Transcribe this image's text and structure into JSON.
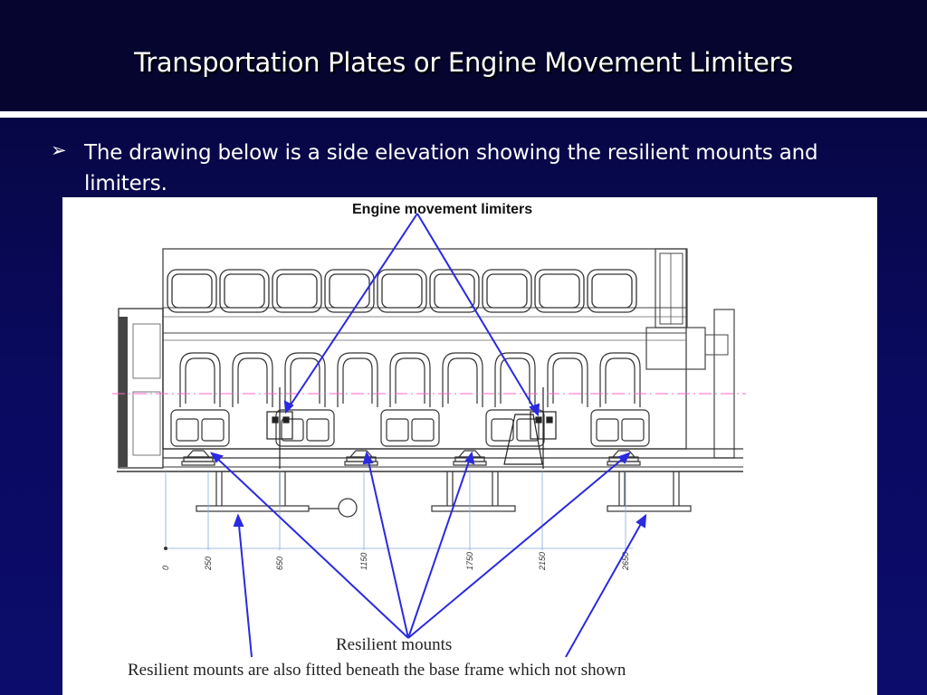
{
  "slide": {
    "title": "Transportation Plates or Engine Movement Limiters",
    "bullet_icon": "arrowhead-bullet",
    "bullet_glyph": "➢",
    "bullet_text": "The drawing below is a side elevation showing the resilient mounts and limiters."
  },
  "figure": {
    "label_limiters": "Engine movement limiters",
    "label_mounts": "Resilient mounts",
    "note": "Resilient mounts are also fitted beneath the base frame which not shown",
    "dimensions": [
      "0",
      "250",
      "650",
      "1150",
      "1750",
      "2150",
      "2650"
    ],
    "arrow_color": "#2a2ae0",
    "centerline_color": "#ff66cc"
  }
}
